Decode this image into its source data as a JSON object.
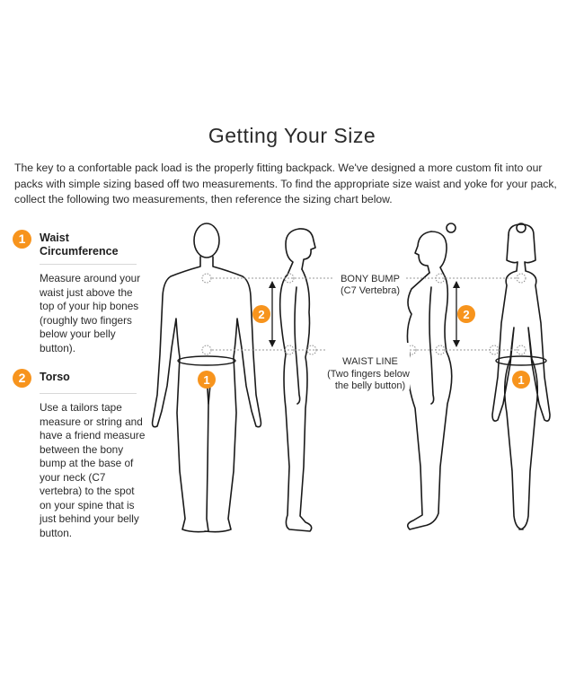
{
  "title": "Getting Your Size",
  "intro": "The key to a confortable pack load is the properly fitting backpack. We've designed a more custom fit into our packs with simple sizing based off two measurements. To find the appropriate size waist and yoke for your pack, collect the following two measurements, then reference the sizing chart below.",
  "steps": [
    {
      "number": "1",
      "title": "Waist Circumference",
      "body": "Measure around your waist just above the top of your hip bones (roughly two fingers below your belly button)."
    },
    {
      "number": "2",
      "title": "Torso",
      "body": "Use a tailors tape measure or string and have a friend measure between the bony bump at the base of your neck (C7 vertebra) to the spot on your spine that is just behind your belly button."
    }
  ],
  "diagram": {
    "bony_bump_label": "BONY BUMP",
    "bony_bump_sub": "(C7 Vertebra)",
    "waist_line_label": "WAIST LINE",
    "waist_line_sub1": "(Two fingers below",
    "waist_line_sub2": "the belly button)",
    "marker_1": "1",
    "marker_2": "2"
  },
  "colors": {
    "accent": "#f7941d",
    "outline": "#1a1a1a",
    "guide": "#9a9a9a"
  }
}
